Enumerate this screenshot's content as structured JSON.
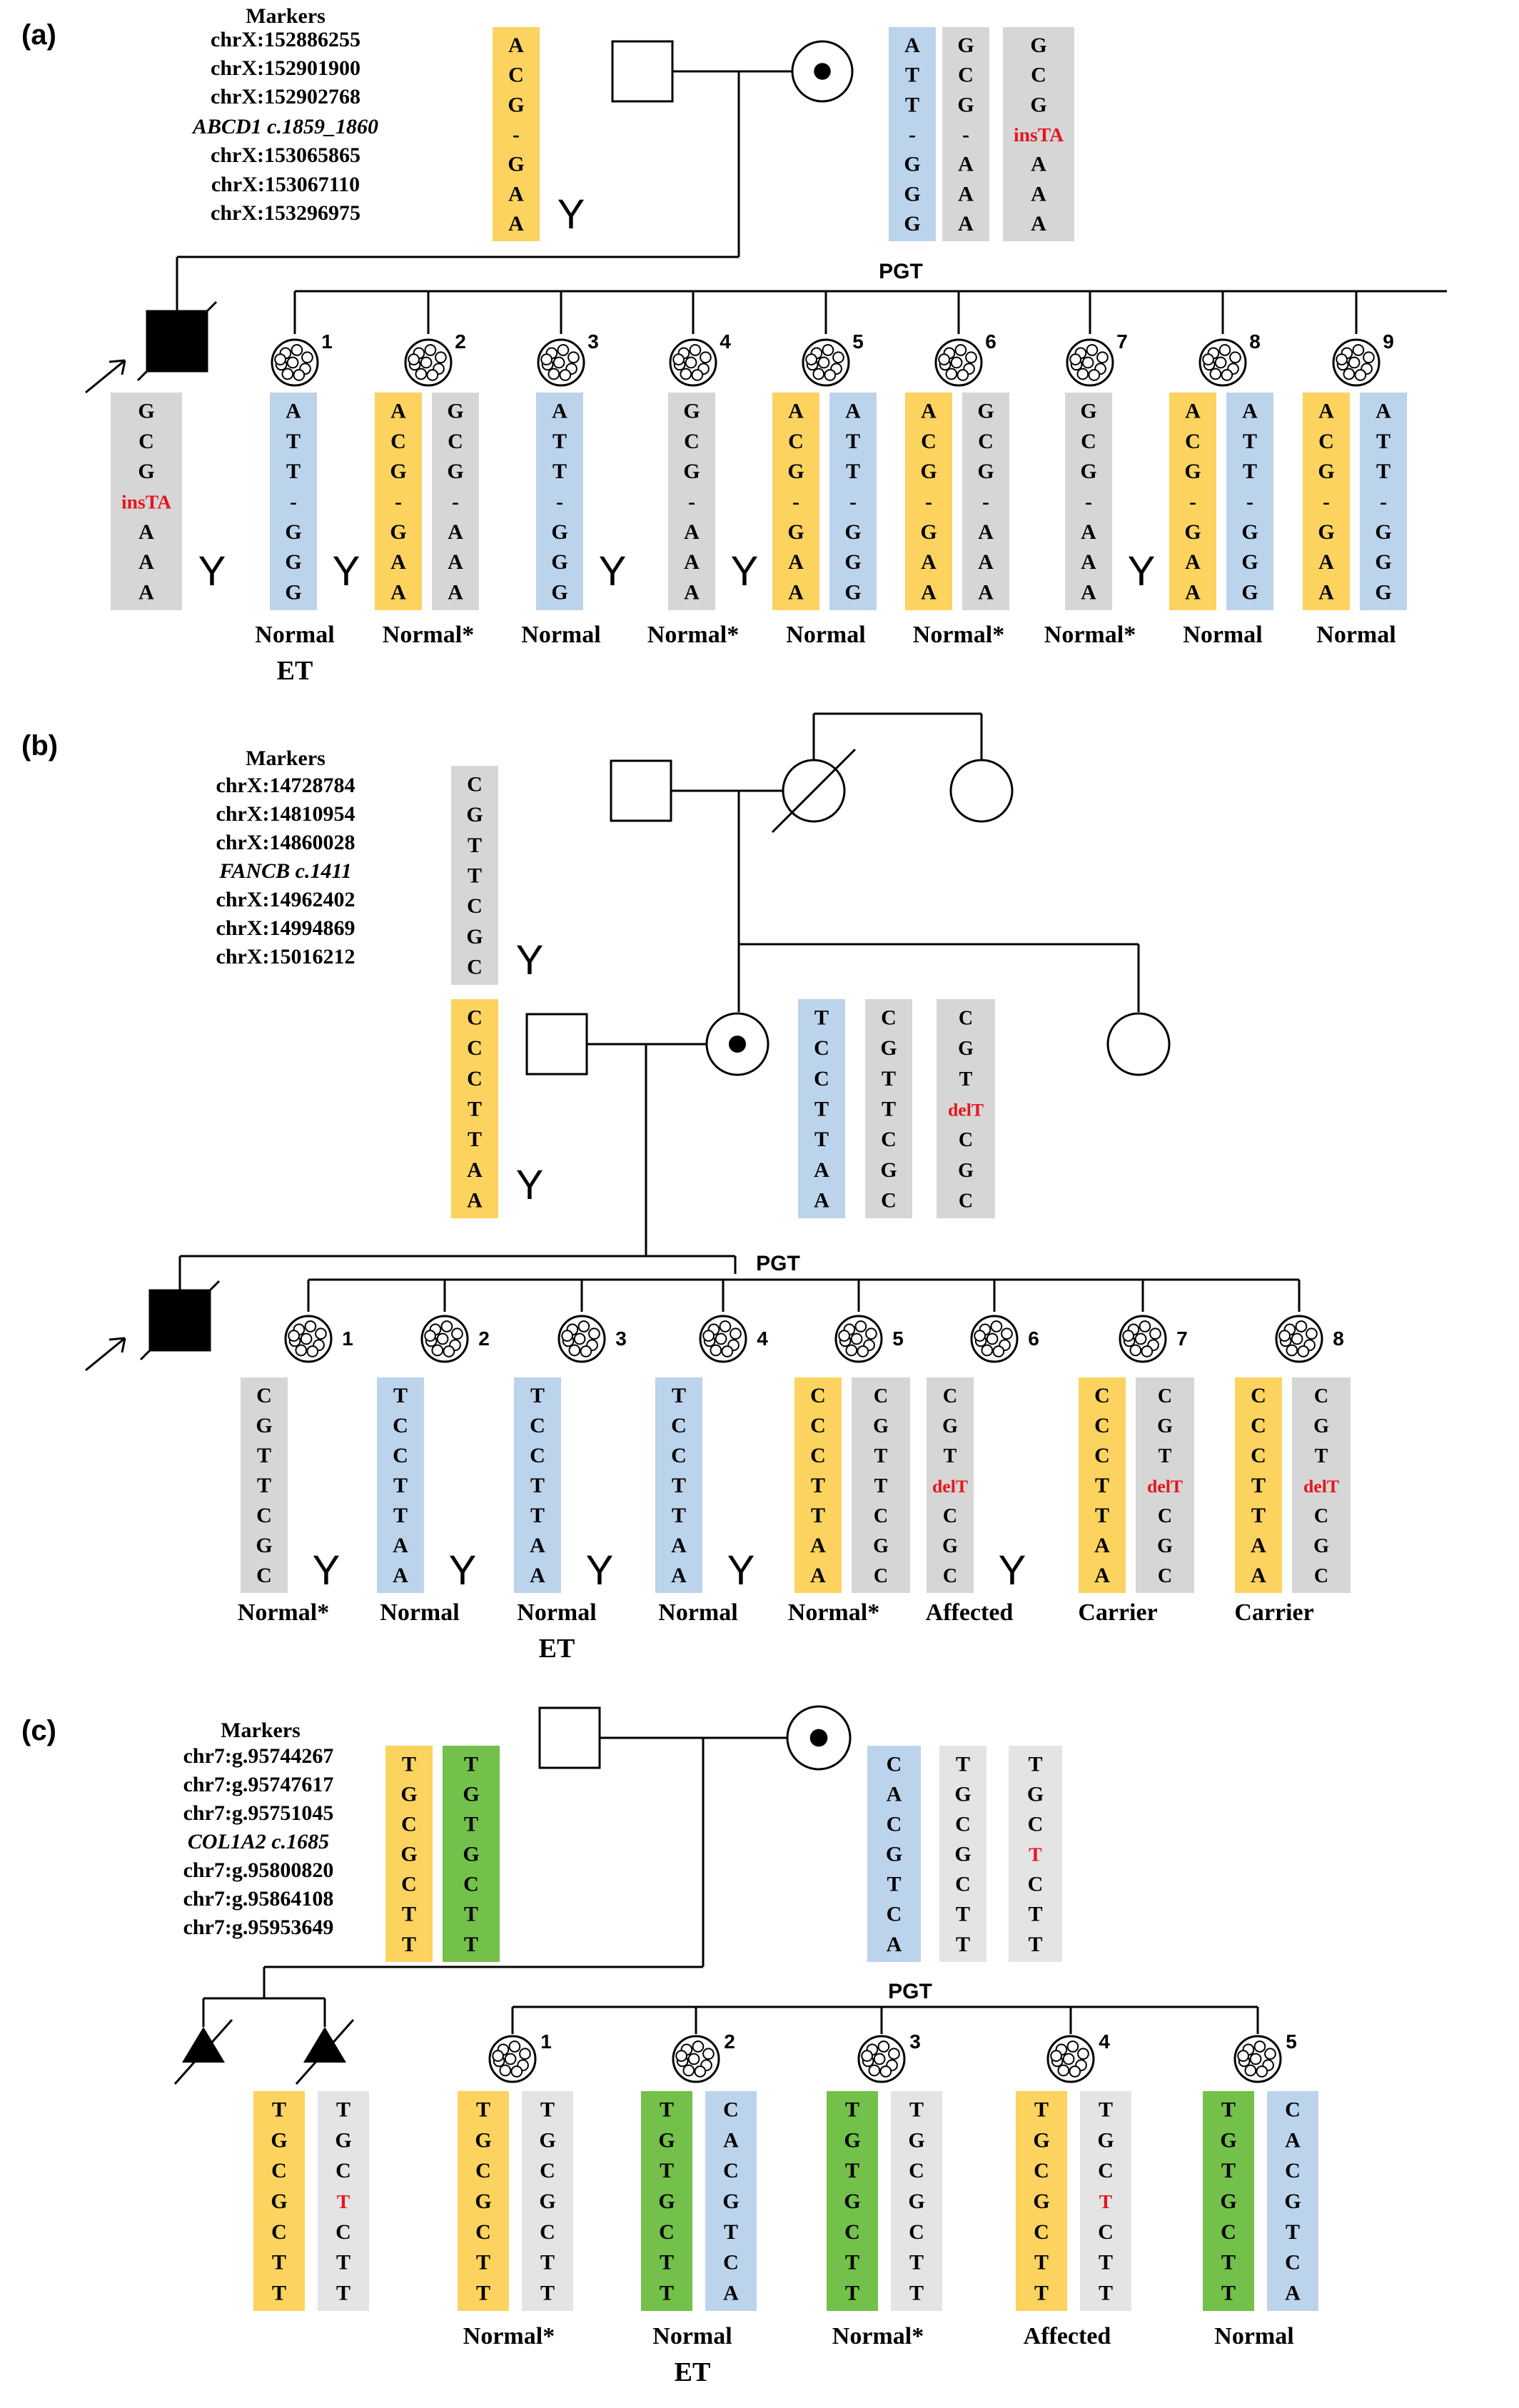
{
  "colors": {
    "yellow": "#FCD35F",
    "blue": "#BCD3EC",
    "gray": "#D6D6D6",
    "lightgray": "#E4E4E4",
    "green": "#73C04A",
    "red": "#E8141C",
    "black": "#000000"
  },
  "common": {
    "pgt_label": "PGT",
    "y_symbol": "Y",
    "et_label": "ET"
  },
  "panels": [
    {
      "label": "(a)",
      "markers_title": "Markers",
      "markers": [
        "chrX:152886255",
        "chrX:152901900",
        "chrX:152902768",
        "ABCD1 c.1859_1860",
        "chrX:153065865",
        "chrX:153067110",
        "chrX:153296975"
      ],
      "marker_gene": "ABCD1",
      "father_haplotypes": [
        {
          "color": "yellow",
          "alleles": [
            "A",
            "C",
            "G",
            "-",
            "G",
            "A",
            "A"
          ]
        }
      ],
      "mother_haplotypes": [
        {
          "color": "blue",
          "alleles": [
            "A",
            "T",
            "T",
            "-",
            "G",
            "G",
            "G"
          ]
        },
        {
          "color": "gray",
          "alleles": [
            "G",
            "C",
            "G",
            "-",
            "A",
            "A",
            "A"
          ]
        },
        {
          "color": "gray",
          "alleles": [
            "G",
            "C",
            "G",
            "insTA",
            "A",
            "A",
            "A"
          ],
          "mutant_index": 3
        }
      ],
      "proband_haplotypes": [
        {
          "color": "gray",
          "alleles": [
            "G",
            "C",
            "G",
            "insTA",
            "A",
            "A",
            "A"
          ],
          "mutant_index": 3
        }
      ],
      "embryos": [
        {
          "number": "1",
          "status": "Normal",
          "et": true,
          "y": true,
          "haplotypes": [
            {
              "color": "blue",
              "alleles": [
                "A",
                "T",
                "T",
                "-",
                "G",
                "G",
                "G"
              ]
            }
          ]
        },
        {
          "number": "2",
          "status": "Normal*",
          "et": false,
          "y": false,
          "haplotypes": [
            {
              "color": "yellow",
              "alleles": [
                "A",
                "C",
                "G",
                "-",
                "G",
                "A",
                "A"
              ]
            },
            {
              "color": "gray",
              "alleles": [
                "G",
                "C",
                "G",
                "-",
                "A",
                "A",
                "A"
              ]
            }
          ]
        },
        {
          "number": "3",
          "status": "Normal",
          "et": false,
          "y": true,
          "haplotypes": [
            {
              "color": "blue",
              "alleles": [
                "A",
                "T",
                "T",
                "-",
                "G",
                "G",
                "G"
              ]
            }
          ]
        },
        {
          "number": "4",
          "status": "Normal*",
          "et": false,
          "y": true,
          "haplotypes": [
            {
              "color": "gray",
              "alleles": [
                "G",
                "C",
                "G",
                "-",
                "A",
                "A",
                "A"
              ]
            }
          ]
        },
        {
          "number": "5",
          "status": "Normal",
          "et": false,
          "y": false,
          "haplotypes": [
            {
              "color": "yellow",
              "alleles": [
                "A",
                "C",
                "G",
                "-",
                "G",
                "A",
                "A"
              ]
            },
            {
              "color": "blue",
              "alleles": [
                "A",
                "T",
                "T",
                "-",
                "G",
                "G",
                "G"
              ]
            }
          ]
        },
        {
          "number": "6",
          "status": "Normal*",
          "et": false,
          "y": false,
          "haplotypes": [
            {
              "color": "yellow",
              "alleles": [
                "A",
                "C",
                "G",
                "-",
                "G",
                "A",
                "A"
              ]
            },
            {
              "color": "gray",
              "alleles": [
                "G",
                "C",
                "G",
                "-",
                "A",
                "A",
                "A"
              ]
            }
          ]
        },
        {
          "number": "7",
          "status": "Normal*",
          "et": false,
          "y": true,
          "haplotypes": [
            {
              "color": "gray",
              "alleles": [
                "G",
                "C",
                "G",
                "-",
                "A",
                "A",
                "A"
              ]
            }
          ]
        },
        {
          "number": "8",
          "status": "Normal",
          "et": false,
          "y": false,
          "haplotypes": [
            {
              "color": "yellow",
              "alleles": [
                "A",
                "C",
                "G",
                "-",
                "G",
                "A",
                "A"
              ]
            },
            {
              "color": "blue",
              "alleles": [
                "A",
                "T",
                "T",
                "-",
                "G",
                "G",
                "G"
              ]
            }
          ]
        },
        {
          "number": "9",
          "status": "Normal",
          "et": false,
          "y": false,
          "haplotypes": [
            {
              "color": "yellow",
              "alleles": [
                "A",
                "C",
                "G",
                "-",
                "G",
                "A",
                "A"
              ]
            },
            {
              "color": "blue",
              "alleles": [
                "A",
                "T",
                "T",
                "-",
                "G",
                "G",
                "G"
              ]
            }
          ]
        }
      ]
    },
    {
      "label": "(b)",
      "markers_title": "Markers",
      "markers": [
        "chrX:14728784",
        "chrX:14810954",
        "chrX:14860028",
        "FANCB c.1411",
        "chrX:14962402",
        "chrX:14994869",
        "chrX:15016212"
      ],
      "marker_gene": "FANCB",
      "grandfather_haplotypes": [
        {
          "color": "gray",
          "alleles": [
            "C",
            "G",
            "T",
            "T",
            "C",
            "G",
            "C"
          ]
        }
      ],
      "father_haplotypes": [
        {
          "color": "yellow",
          "alleles": [
            "C",
            "C",
            "C",
            "T",
            "T",
            "A",
            "A"
          ]
        }
      ],
      "mother_haplotypes": [
        {
          "color": "blue",
          "alleles": [
            "T",
            "C",
            "C",
            "T",
            "T",
            "A",
            "A"
          ]
        },
        {
          "color": "gray",
          "alleles": [
            "C",
            "G",
            "T",
            "T",
            "C",
            "G",
            "C"
          ]
        },
        {
          "color": "gray",
          "alleles": [
            "C",
            "G",
            "T",
            "delT",
            "C",
            "G",
            "C"
          ],
          "mutant_index": 3
        }
      ],
      "embryos": [
        {
          "number": "1",
          "status": "Normal*",
          "et": false,
          "y": true,
          "haplotypes": [
            {
              "color": "gray",
              "alleles": [
                "C",
                "G",
                "T",
                "T",
                "C",
                "G",
                "C"
              ]
            }
          ]
        },
        {
          "number": "2",
          "status": "Normal",
          "et": false,
          "y": true,
          "haplotypes": [
            {
              "color": "blue",
              "alleles": [
                "T",
                "C",
                "C",
                "T",
                "T",
                "A",
                "A"
              ]
            }
          ]
        },
        {
          "number": "3",
          "status": "Normal",
          "et": true,
          "y": true,
          "haplotypes": [
            {
              "color": "blue",
              "alleles": [
                "T",
                "C",
                "C",
                "T",
                "T",
                "A",
                "A"
              ]
            }
          ]
        },
        {
          "number": "4",
          "status": "Normal",
          "et": false,
          "y": true,
          "haplotypes": [
            {
              "color": "blue",
              "alleles": [
                "T",
                "C",
                "C",
                "T",
                "T",
                "A",
                "A"
              ]
            }
          ]
        },
        {
          "number": "5",
          "status": "Normal*",
          "et": false,
          "y": false,
          "haplotypes": [
            {
              "color": "yellow",
              "alleles": [
                "C",
                "C",
                "C",
                "T",
                "T",
                "A",
                "A"
              ]
            },
            {
              "color": "gray",
              "alleles": [
                "C",
                "G",
                "T",
                "T",
                "C",
                "G",
                "C"
              ]
            }
          ]
        },
        {
          "number": "6",
          "status": "Affected",
          "et": false,
          "y": true,
          "haplotypes": [
            {
              "color": "gray",
              "alleles": [
                "C",
                "G",
                "T",
                "delT",
                "C",
                "G",
                "C"
              ],
              "mutant_index": 3
            }
          ]
        },
        {
          "number": "7",
          "status": "Carrier",
          "et": false,
          "y": false,
          "haplotypes": [
            {
              "color": "yellow",
              "alleles": [
                "C",
                "C",
                "C",
                "T",
                "T",
                "A",
                "A"
              ]
            },
            {
              "color": "gray",
              "alleles": [
                "C",
                "G",
                "T",
                "delT",
                "C",
                "G",
                "C"
              ],
              "mutant_index": 3
            }
          ]
        },
        {
          "number": "8",
          "status": "Carrier",
          "et": false,
          "y": false,
          "haplotypes": [
            {
              "color": "yellow",
              "alleles": [
                "C",
                "C",
                "C",
                "T",
                "T",
                "A",
                "A"
              ]
            },
            {
              "color": "gray",
              "alleles": [
                "C",
                "G",
                "T",
                "delT",
                "C",
                "G",
                "C"
              ],
              "mutant_index": 3
            }
          ]
        }
      ]
    },
    {
      "label": "(c)",
      "markers_title": "Markers",
      "markers": [
        "chr7:g.95744267",
        "chr7:g.95747617",
        "chr7:g.95751045",
        "COL1A2  c.1685",
        "chr7:g.95800820",
        "chr7:g.95864108",
        "chr7:g.95953649"
      ],
      "marker_gene": "COL1A2",
      "father_haplotypes": [
        {
          "color": "yellow",
          "alleles": [
            "T",
            "G",
            "C",
            "G",
            "C",
            "T",
            "T"
          ]
        },
        {
          "color": "green",
          "alleles": [
            "T",
            "G",
            "T",
            "G",
            "C",
            "T",
            "T"
          ]
        }
      ],
      "mother_haplotypes": [
        {
          "color": "blue",
          "alleles": [
            "C",
            "A",
            "C",
            "G",
            "T",
            "C",
            "A"
          ]
        },
        {
          "color": "lightgray",
          "alleles": [
            "T",
            "G",
            "C",
            "G",
            "C",
            "T",
            "T"
          ]
        },
        {
          "color": "lightgray",
          "alleles": [
            "T",
            "G",
            "C",
            "T",
            "C",
            "T",
            "T"
          ],
          "mutant_index": 3
        }
      ],
      "fetus_haplotypes": [
        {
          "color": "yellow",
          "alleles": [
            "T",
            "G",
            "C",
            "G",
            "C",
            "T",
            "T"
          ]
        },
        {
          "color": "lightgray",
          "alleles": [
            "T",
            "G",
            "C",
            "T",
            "C",
            "T",
            "T"
          ],
          "mutant_index": 3
        }
      ],
      "embryos": [
        {
          "number": "1",
          "status": "Normal*",
          "et": false,
          "haplotypes": [
            {
              "color": "yellow",
              "alleles": [
                "T",
                "G",
                "C",
                "G",
                "C",
                "T",
                "T"
              ]
            },
            {
              "color": "lightgray",
              "alleles": [
                "T",
                "G",
                "C",
                "G",
                "C",
                "T",
                "T"
              ]
            }
          ]
        },
        {
          "number": "2",
          "status": "Normal",
          "et": true,
          "haplotypes": [
            {
              "color": "green",
              "alleles": [
                "T",
                "G",
                "T",
                "G",
                "C",
                "T",
                "T"
              ]
            },
            {
              "color": "blue",
              "alleles": [
                "C",
                "A",
                "C",
                "G",
                "T",
                "C",
                "A"
              ]
            }
          ]
        },
        {
          "number": "3",
          "status": "Normal*",
          "et": false,
          "haplotypes": [
            {
              "color": "green",
              "alleles": [
                "T",
                "G",
                "T",
                "G",
                "C",
                "T",
                "T"
              ]
            },
            {
              "color": "lightgray",
              "alleles": [
                "T",
                "G",
                "C",
                "G",
                "C",
                "T",
                "T"
              ]
            }
          ]
        },
        {
          "number": "4",
          "status": "Affected",
          "et": false,
          "haplotypes": [
            {
              "color": "yellow",
              "alleles": [
                "T",
                "G",
                "C",
                "G",
                "C",
                "T",
                "T"
              ]
            },
            {
              "color": "lightgray",
              "alleles": [
                "T",
                "G",
                "C",
                "T",
                "C",
                "T",
                "T"
              ],
              "mutant_index": 3
            }
          ]
        },
        {
          "number": "5",
          "status": "Normal",
          "et": false,
          "haplotypes": [
            {
              "color": "green",
              "alleles": [
                "T",
                "G",
                "T",
                "G",
                "C",
                "T",
                "T"
              ]
            },
            {
              "color": "blue",
              "alleles": [
                "C",
                "A",
                "C",
                "G",
                "T",
                "C",
                "A"
              ]
            }
          ]
        }
      ]
    }
  ]
}
